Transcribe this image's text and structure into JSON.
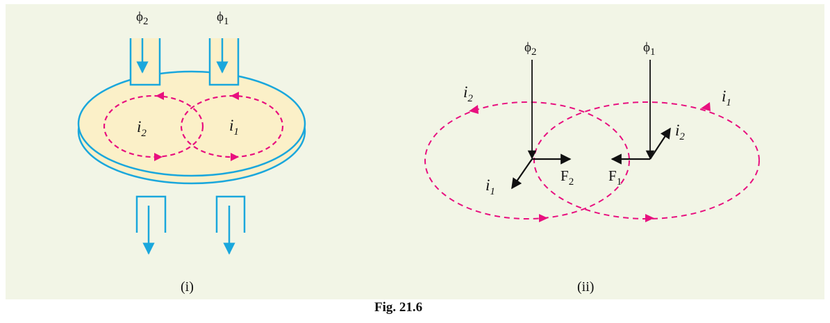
{
  "figure": {
    "caption": "Fig. 21.6",
    "colors": {
      "background": "#f2f5e6",
      "disc": "#fbf0c8",
      "flux_arrow": "#1aa7dc",
      "eddy_current": "#e8107f",
      "ink": "#111111"
    },
    "panel_i": {
      "label": "(i)",
      "flux_labels": [
        {
          "symbol": "ϕ",
          "sub": "2"
        },
        {
          "symbol": "ϕ",
          "sub": "1"
        }
      ],
      "current_labels": [
        {
          "symbol": "i",
          "sub": "2"
        },
        {
          "symbol": "i",
          "sub": "1"
        }
      ]
    },
    "panel_ii": {
      "label": "(ii)",
      "flux_labels": [
        {
          "symbol": "ϕ",
          "sub": "2"
        },
        {
          "symbol": "ϕ",
          "sub": "1"
        }
      ],
      "loop_labels": [
        {
          "symbol": "i",
          "sub": "2"
        },
        {
          "symbol": "i",
          "sub": "1"
        }
      ],
      "vector_labels": [
        {
          "symbol": "i",
          "sub": "1",
          "italic": true
        },
        {
          "symbol": "F",
          "sub": "2",
          "italic": false
        },
        {
          "symbol": "F",
          "sub": "1",
          "italic": false
        },
        {
          "symbol": "i",
          "sub": "2",
          "italic": true
        }
      ]
    }
  }
}
